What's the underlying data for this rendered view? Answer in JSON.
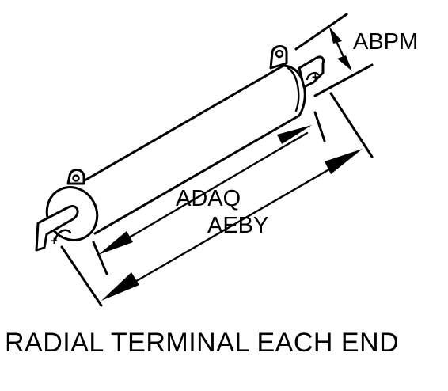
{
  "labels": {
    "abpm": "ABPM",
    "adaq": "ADAQ",
    "aeby": "AEBY",
    "plus_right": "+",
    "plus_left": "+"
  },
  "caption": "RADIAL TERMINAL EACH END"
}
